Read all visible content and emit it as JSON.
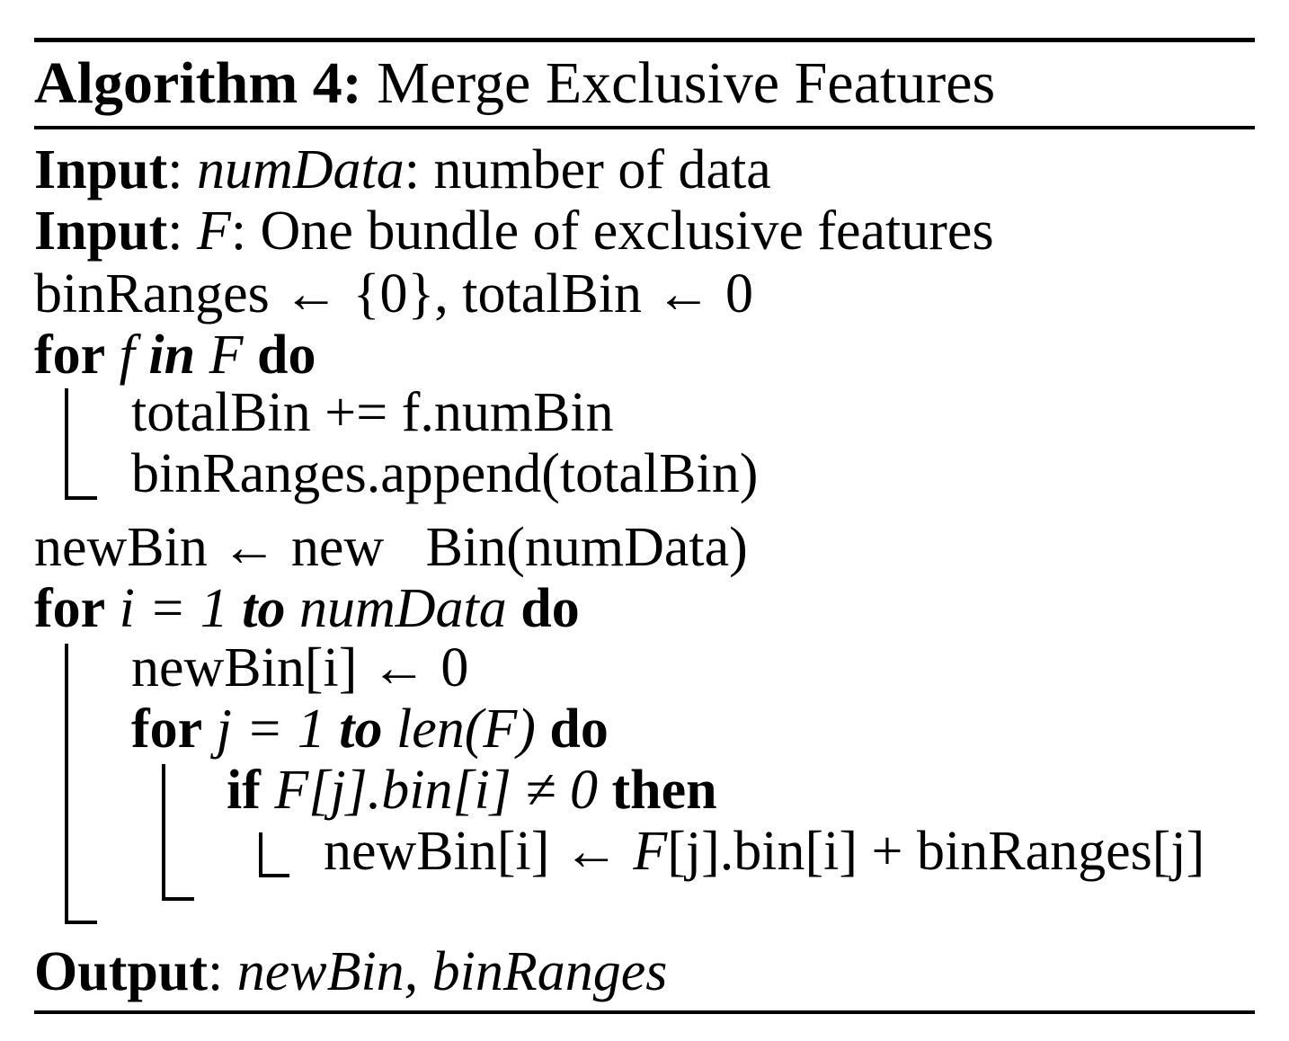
{
  "algorithm": {
    "label": "Algorithm 4:",
    "title": "Merge Exclusive Features",
    "input1": {
      "kw": "Input",
      "var": "numData",
      "desc": ": number of data"
    },
    "input2": {
      "kw": "Input",
      "var": "F",
      "desc": ": One bundle of exclusive features"
    },
    "init": "binRanges ← {0}, totalBin ← 0",
    "for1": {
      "kw_for": "for",
      "var": "f",
      "kw_in": "in",
      "set": "F",
      "kw_do": "do"
    },
    "for1_body": [
      "totalBin += f.numBin",
      "binRanges.append(totalBin)"
    ],
    "newbin": "newBin ← new   Bin(numData)",
    "for2": {
      "kw_for": "for",
      "expr": "i = 1",
      "kw_to": "to",
      "limit": "numData",
      "kw_do": "do"
    },
    "for2_body0": "newBin[i] ← 0",
    "for3": {
      "kw_for": "for",
      "expr": "j = 1",
      "kw_to": "to",
      "limit": "len(F)",
      "kw_do": "do"
    },
    "if": {
      "kw_if": "if",
      "cond": "F[j].bin[i] ≠ 0",
      "kw_then": "then"
    },
    "if_body": {
      "pre": "newBin[i] ← ",
      "var": "F",
      "post": "[j].bin[i] + binRanges[j]"
    },
    "output": {
      "kw": "Output",
      "sep": ": ",
      "vars": "newBin, binRanges"
    }
  }
}
